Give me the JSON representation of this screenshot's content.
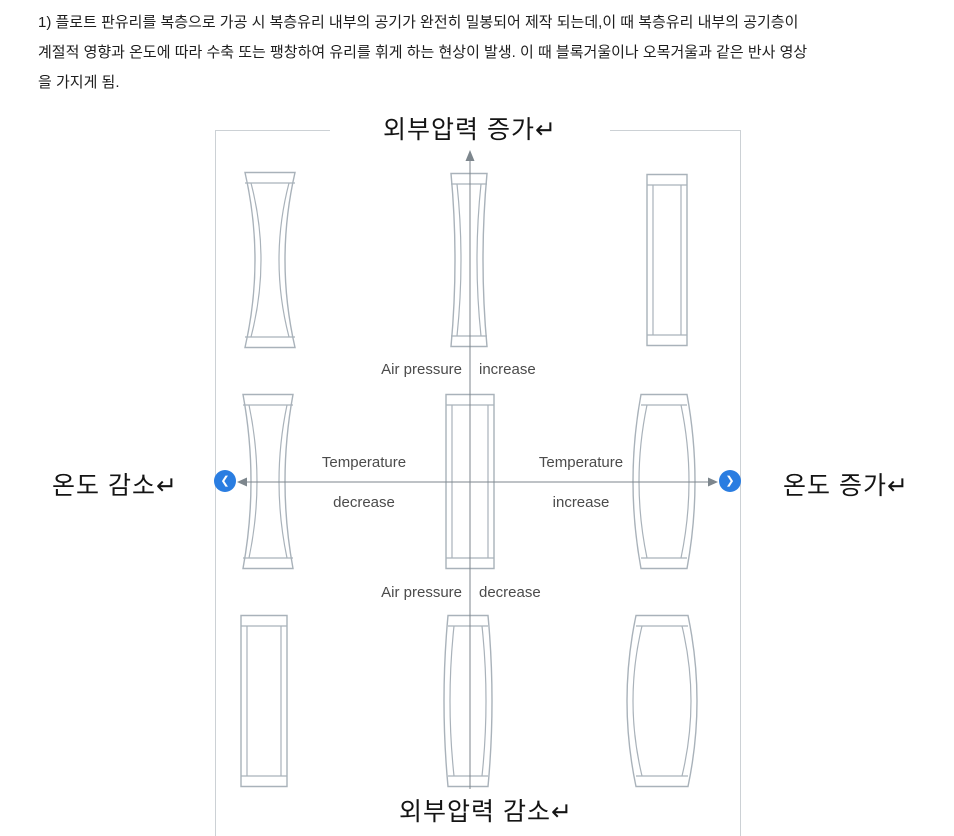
{
  "paragraph": {
    "lines": [
      "1) 플로트 판유리를 복층으로 가공 시 복층유리 내부의 공기가 완전히 밀봉되어 제작 되는데,이 때 복층유리 내부의 공기층이",
      "계절적 영향과 온도에 따라 수축 또는 팽창하여 유리를 휘게 하는 현상이 발생. 이 때 블록거울이나 오목거울과 같은 반사 영상",
      "을 가지게 됨."
    ]
  },
  "diagram": {
    "title_top": "외부압력 증가↵",
    "title_bottom": "외부압력 감소↵",
    "label_left": "온도 감소↵",
    "label_right": "온도 증가↵",
    "axis_labels": {
      "air_top_left": "Air pressure",
      "air_top_right": "increase",
      "air_bottom_left": "Air pressure",
      "air_bottom_right": "decrease",
      "temp_left_1": "Temperature",
      "temp_left_2": "decrease",
      "temp_right_1": "Temperature",
      "temp_right_2": "increase"
    },
    "nav": {
      "left_icon": "chevron-left",
      "right_icon": "chevron-right",
      "left_glyph": "❮",
      "right_glyph": "❯",
      "color": "#2a7de1"
    },
    "colors": {
      "outline": "#a9b2ba",
      "axis": "#7d868d",
      "border": "#ccd1d5",
      "text": "#4b4b4b"
    },
    "panels": [
      {
        "id": "0-0",
        "shape": "concave-strong"
      },
      {
        "id": "0-1",
        "shape": "concave-slight"
      },
      {
        "id": "0-2",
        "shape": "flat"
      },
      {
        "id": "1-0",
        "shape": "concave-medium"
      },
      {
        "id": "1-1",
        "shape": "flat"
      },
      {
        "id": "1-2",
        "shape": "convex-medium"
      },
      {
        "id": "2-0",
        "shape": "flat"
      },
      {
        "id": "2-1",
        "shape": "convex-slight"
      },
      {
        "id": "2-2",
        "shape": "convex-strong"
      }
    ]
  }
}
